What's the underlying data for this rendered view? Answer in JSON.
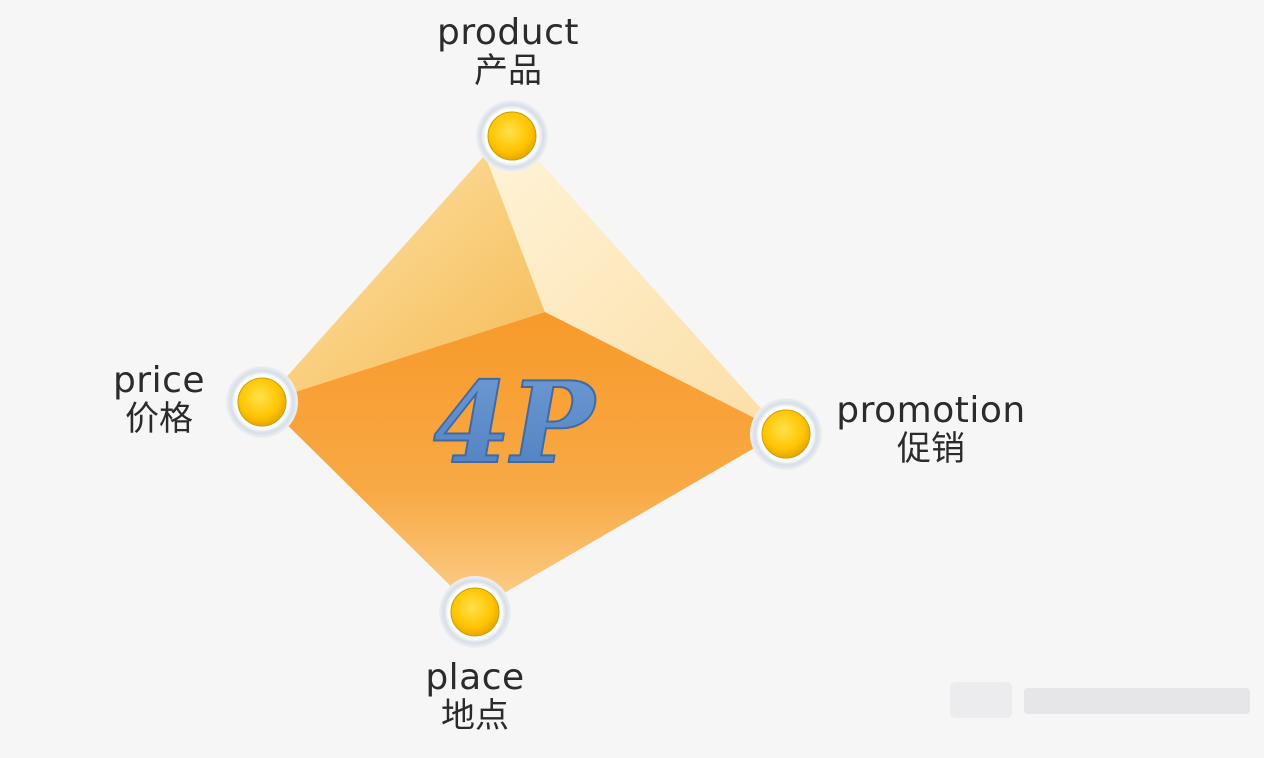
{
  "center_label": "4P",
  "nodes": {
    "product": {
      "en": "product",
      "zh": "产品"
    },
    "price": {
      "en": "price",
      "zh": "价格"
    },
    "promotion": {
      "en": "promotion",
      "zh": "促销"
    },
    "place": {
      "en": "place",
      "zh": "地点"
    }
  },
  "colors": {
    "background": "#f6f6f7",
    "face_left": "#f7c15e",
    "face_right": "#fbe3b2",
    "face_bottom": "#f7a23c",
    "text_4p": "#5b8ac8",
    "node_fill": "#ffc800",
    "node_ring": "#cfd7df",
    "label_text": "#2b2b2b"
  }
}
